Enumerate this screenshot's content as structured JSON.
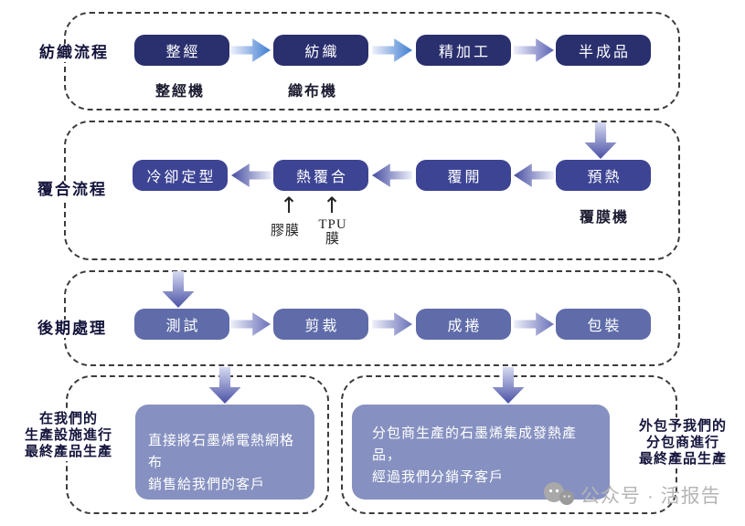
{
  "colors": {
    "box_dark_navy": "#2a2f6e",
    "box_indigo": "#3d4494",
    "box_slate": "#5f6ca9",
    "box_light_periwinkle": "#8691c1",
    "label_navy": "#14143c",
    "arrow_blue": "#3f7ed2",
    "arrow_indigo": "#454da0",
    "arrow_purple": "#6a71b8",
    "dash_border": "#3c3c3c",
    "watermark_gray": "#b5b5b5"
  },
  "icons": {
    "up_arrow": "↑"
  },
  "sections": {
    "textile": {
      "label": "紡織流程",
      "boxes": [
        "整經",
        "紡織",
        "精加工",
        "半成品"
      ],
      "machines": [
        "整經機",
        "織布機"
      ]
    },
    "lamination": {
      "label": "覆合流程",
      "boxes": [
        "冷卻定型",
        "熱覆合",
        "覆開",
        "預熱"
      ],
      "machine": "覆膜機",
      "inputs": [
        "膠膜",
        "TPU\n膜"
      ]
    },
    "post": {
      "label": "後期處理",
      "boxes": [
        "測試",
        "剪裁",
        "成捲",
        "包裝"
      ]
    },
    "bottom_left": {
      "label": "在我們的\n生產設施進行\n最終產品生產",
      "box_text": "直接將石墨烯電熱網格布\n銷售給我們的客戶"
    },
    "bottom_right": {
      "label": "外包予我們的\n分包商進行\n最終產品生產",
      "box_text": "分包商生產的石墨烯集成發熱產品，\n經過我們分銷予客戶"
    }
  },
  "watermark": {
    "text": "公众号 · 活报告"
  }
}
